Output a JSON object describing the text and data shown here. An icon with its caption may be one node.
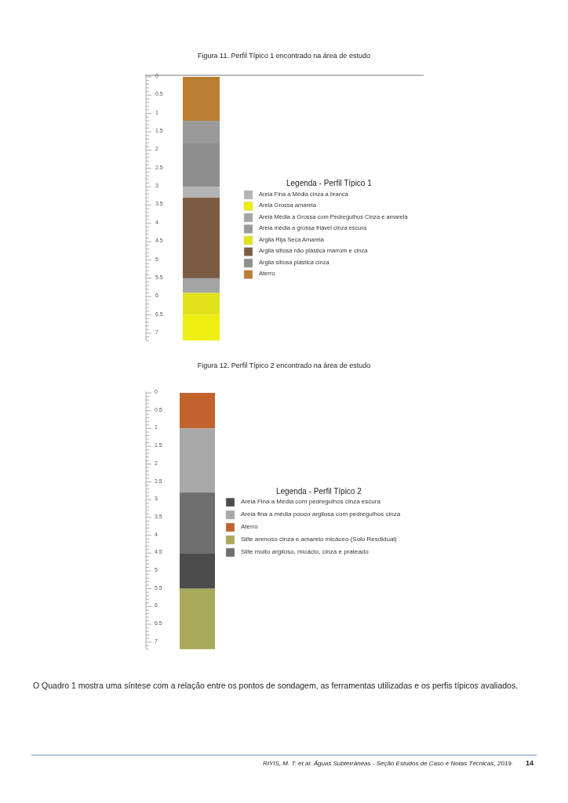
{
  "diagram": {
    "labels": [
      "Figura 11. Perfil Típico 1 encontrado na área de estudo",
      "0",
      "0.5",
      "1",
      "1.5",
      "2",
      "2.5",
      "3",
      "3.5",
      "4",
      "4.5",
      "5",
      "5.5",
      "6",
      "6.5",
      "7",
      "Legenda - Perfil Típico 1",
      "Figura 12. Perfil Típico 2 encontrado na área de estudo",
      "0",
      "0.5",
      "1",
      "1.5",
      "2",
      "2.5",
      "3",
      "3.5",
      "4",
      "4.5",
      "5",
      "5.5",
      "6",
      "6.5",
      "7",
      "Legenda - Perfil Típico 2",
      "O Quadro 1 mostra uma síntese com a relação entre os pontos de sondagem, as ferramentas utilizadas e os perfis típicos avaliados.",
      "RIYIS, M. T.  et al.  Águas Subterrâneas - Seção Estudos de Caso e Notas Técnicas, 2019.",
      "14"
    ],
    "legend": [
      {
        "text": "Areia Fina a Média cinza a branca",
        "color": "#b4b4b4"
      },
      {
        "text": "Areia Grossa amarela",
        "color": "#eeee10"
      },
      {
        "text": "Areia Média a Grossa com Pedregulhos Cinza e amarela",
        "color": "#a4a4a4"
      },
      {
        "text": "Areia média a grossa friável cinza escura",
        "color": "#9a9a9a"
      },
      {
        "text": "Argila Rija Seca Amarela",
        "color": "#e2e21a"
      },
      {
        "text": "Argila siltosa não plástica marrom e cinza",
        "color": "#7c5c42"
      },
      {
        "text": "Argila siltosa plástica cinza",
        "color": "#8e8e8e"
      },
      {
        "text": "Aterro",
        "color": "#b97e34"
      },
      {
        "text": "Areia Fina a Média com pedregulhos cinza escura",
        "color": "#4c4c4c"
      },
      {
        "text": "Areia fina a média pouco argilosa com pedregulhos cinza",
        "color": "#a8a8a8"
      },
      {
        "text": "Aterro",
        "color": "#c2632e"
      },
      {
        "text": "Silte arenoso cinza e amarelo micáceo (Solo Resdidual)",
        "color": "#a9a95a"
      },
      {
        "text": "Silte muito argiloso, micácio, cinza e prateado",
        "color": "#6e6e6e"
      }
    ]
  }
}
